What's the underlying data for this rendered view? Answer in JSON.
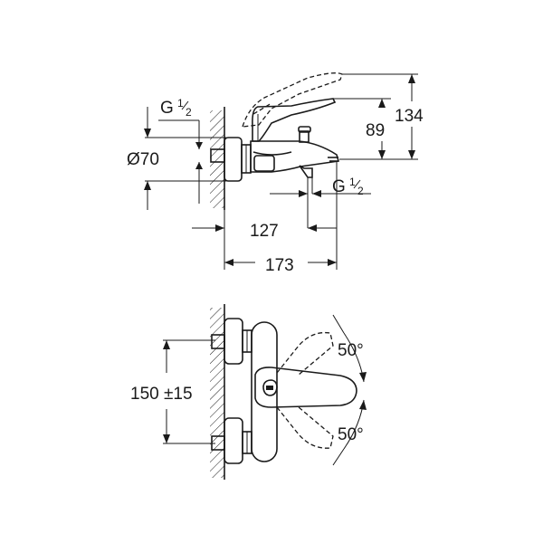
{
  "side_view": {
    "thread_top": {
      "base": "G",
      "num": "1",
      "den": "2"
    },
    "thread_bottom": {
      "base": "G",
      "num": "1",
      "den": "2"
    },
    "diameter": "Ø70",
    "width_127": "127",
    "width_173": "173",
    "height_89": "89",
    "height_134": "134"
  },
  "front_view": {
    "spacing": "150 ±15",
    "angle_up": "50°",
    "angle_down": "50°"
  }
}
